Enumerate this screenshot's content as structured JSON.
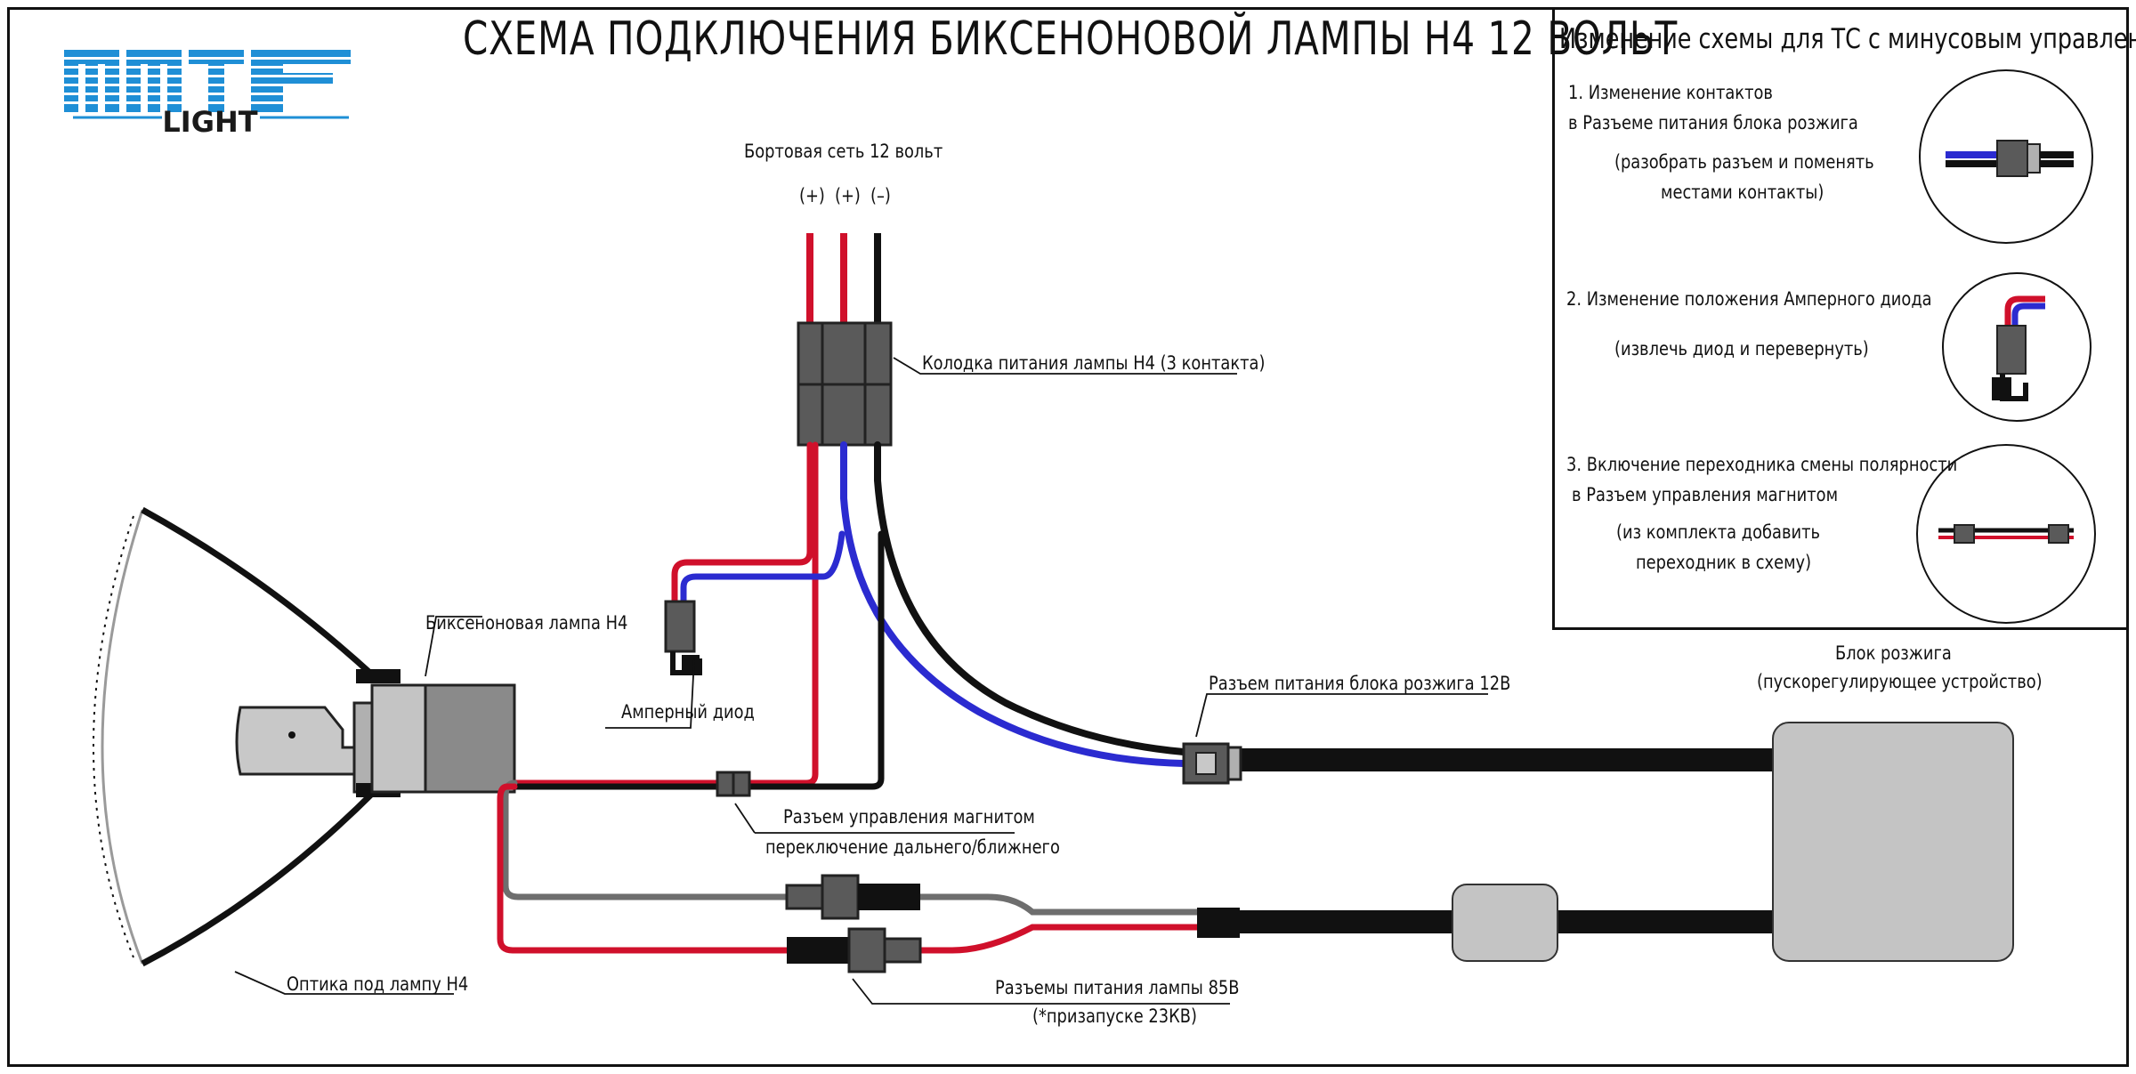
{
  "header": {
    "title": "СХЕМА ПОДКЛЮЧЕНИЯ БИКСЕНОНОВОЙ ЛАМПЫ H4 12 ВОЛЬТ",
    "logo_text": "MTF",
    "logo_sub": "LIGHT"
  },
  "supply": {
    "label": "Бортовая сеть 12 вольт",
    "pins": [
      "(+)",
      "(+)",
      "(–)"
    ]
  },
  "labels": {
    "h4_block": "Колодка питания лампы H4 (3 контакта)",
    "lamp": "Биксеноновая лампа H4",
    "diode": "Амперный диод",
    "ignition_connector": "Разъем питания блока розжига 12В",
    "ballast_line1": "Блок розжига",
    "ballast_line2": "(пускорегулирующее устройство)",
    "magnet_connector_line1": "Разъем управления магнитом",
    "magnet_connector_line2": "переключение дальнего/ближнего",
    "optics": "Оптика под лампу H4",
    "lamp_connectors_line1": "Разъемы питания лампы 85В",
    "lamp_connectors_line2": "(*призапуске 23КВ)"
  },
  "panel": {
    "title": "Изменение схемы для ТС с минусовым управлением:",
    "steps": [
      {
        "line1": "1. Изменение контактов",
        "line2": "в Разъеме питания блока розжига",
        "note1": "(разобрать разъем и поменять",
        "note2": "местами контакты)"
      },
      {
        "line1": "2. Изменение положения Амперного диода",
        "note1": "(извлечь диод и перевернуть)"
      },
      {
        "line1": "3. Включение переходника смены полярности",
        "line2": "в Разъем управления магнитом",
        "note1": "(из комплекта добавить",
        "note2": "переходник в схему)"
      }
    ]
  },
  "colors": {
    "wire_red": "#d0102b",
    "wire_black": "#111111",
    "wire_blue": "#2b2bd0",
    "wire_gray": "#6e6e6e",
    "connector": "#5a5a5a",
    "ballast_fill": "#c4c4c4",
    "logo_blue": "#1f8fd6"
  }
}
